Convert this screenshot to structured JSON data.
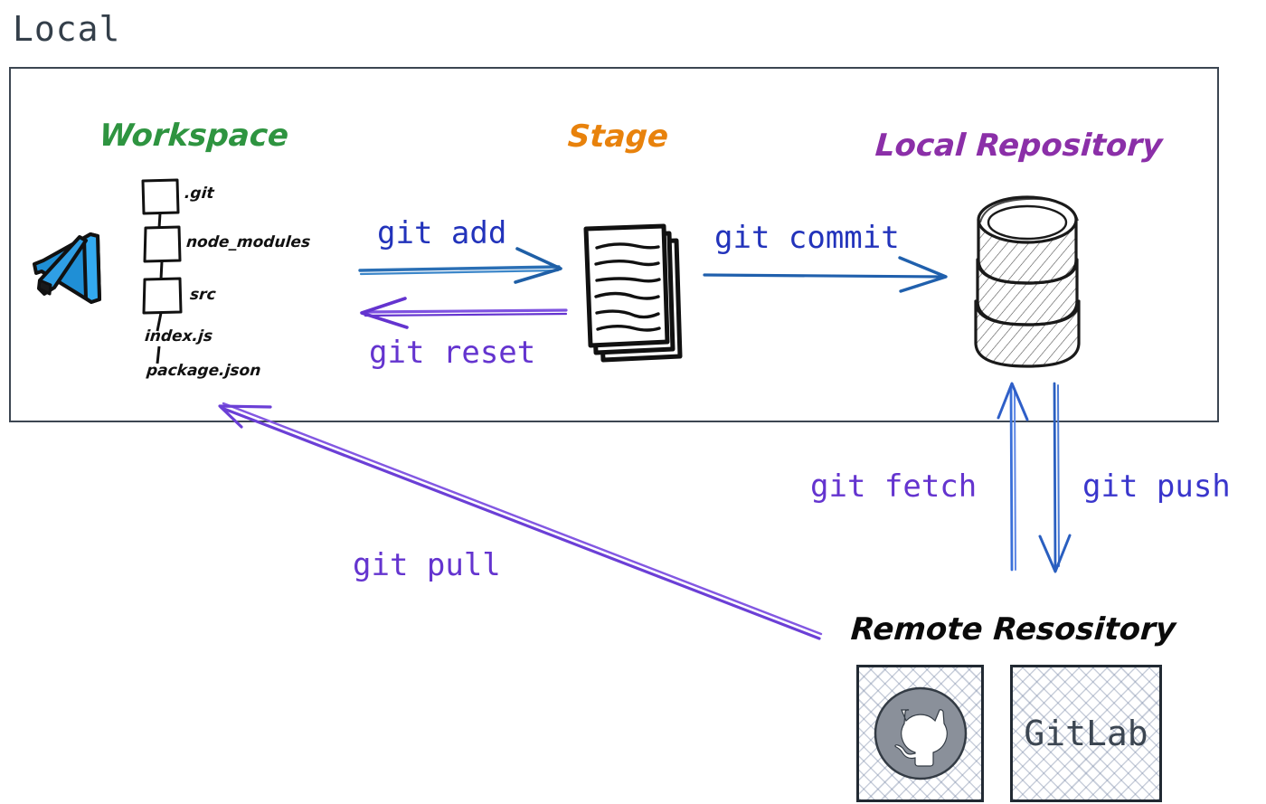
{
  "diagram": {
    "title": "Local",
    "type": "git-workflow-diagram"
  },
  "local_container": {
    "label": "Local",
    "border_color": "#3c4652"
  },
  "sections": {
    "workspace": {
      "title": "Workspace",
      "color": "#2e9440",
      "editor_icon": "vscode-logo-icon",
      "tree": [
        {
          "name": ".git",
          "kind": "folder"
        },
        {
          "name": "node_modules",
          "kind": "folder"
        },
        {
          "name": "src",
          "kind": "folder"
        },
        {
          "name": "index.js",
          "kind": "file"
        },
        {
          "name": "package.json",
          "kind": "file"
        }
      ]
    },
    "stage": {
      "title": "Stage",
      "color": "#e8820c",
      "icon": "documents-stack-icon",
      "sheet_count": 3,
      "text_lines": 6
    },
    "local_repository": {
      "title": "Local Repository",
      "color": "#8b2fa8",
      "icon": "database-cylinder-icon",
      "segments": 3
    },
    "remote_repository": {
      "title": "Remote Resository",
      "color": "#0a0a0a",
      "providers": [
        {
          "name": "GitHub",
          "icon": "github-octocat-icon",
          "label": ""
        },
        {
          "name": "GitLab",
          "icon": "gitlab-text-icon",
          "label": "GitLab"
        }
      ]
    }
  },
  "commands": {
    "git_add": {
      "label": "git add",
      "color": "#2233bb",
      "arrow_color": "#2a6fb5",
      "direction": "workspace-to-stage"
    },
    "git_reset": {
      "label": "git reset",
      "color": "#6434cf",
      "arrow_color": "#7e52e0",
      "direction": "stage-to-workspace"
    },
    "git_commit": {
      "label": "git commit",
      "color": "#2233bb",
      "arrow_color": "#2060ad",
      "direction": "stage-to-local-repository"
    },
    "git_fetch": {
      "label": "git fetch",
      "color": "#6434cf",
      "arrow_color": "#3a6fd8",
      "direction": "remote-to-local-repository"
    },
    "git_push": {
      "label": "git push",
      "color": "#3a36cc",
      "arrow_color": "#2a5fc0",
      "direction": "local-repository-to-remote"
    },
    "git_pull": {
      "label": "git pull",
      "color": "#6434cf",
      "arrow_color": "#6b3fd6",
      "direction": "remote-to-workspace"
    }
  },
  "palette": {
    "background": "#ffffff",
    "ink": "#111111",
    "slate": "#3c4652",
    "vscode_blue": "#29a3ec",
    "github_gray": "#8a909a"
  }
}
